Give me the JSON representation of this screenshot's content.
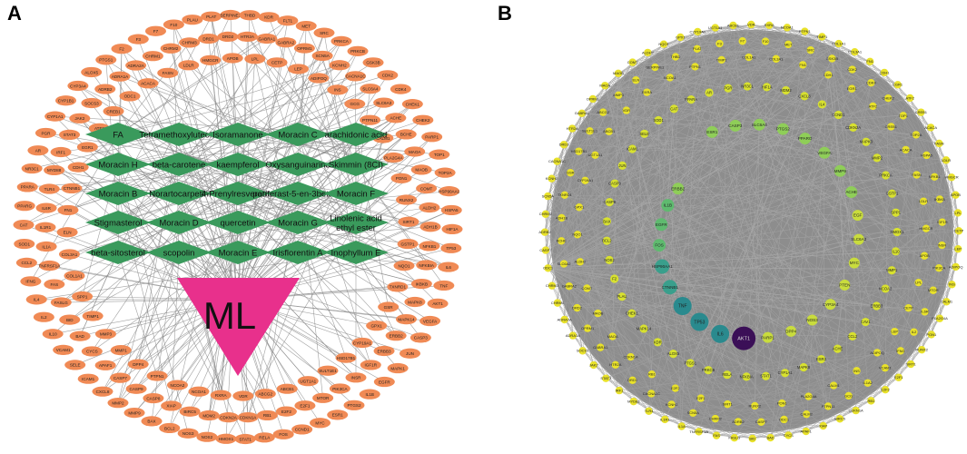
{
  "panels": [
    {
      "letter": "A",
      "colors": {
        "target": "#f08a55",
        "compound": "#3a9a5c",
        "hub": "#e8308c",
        "edge": "#8a8a8a"
      },
      "hub_label": "ML",
      "compounds": [
        [
          "FA",
          "Tetramethoxyluteolin",
          "Isoramanone",
          "Moracin C",
          "arachidonic acid"
        ],
        [
          "Moracin H",
          "beta-carotene",
          "kaempferol",
          "Oxysanguinarine",
          "Skimmin (8CI)"
        ],
        [
          "Moracin B",
          "Norartocarpetin",
          "4-Prenylresveratrol",
          "poriferast-5-en-3beta-ol",
          "Moracin F"
        ],
        [
          "Stigmasterol",
          "Moracin D",
          "quercetin",
          "Moracin G",
          "Linolenic acid ethyl ester"
        ],
        [
          "beta-sitosterol",
          "scopolin",
          "Moracin E",
          "Irisflorentin A",
          "Inophyllum E"
        ]
      ],
      "targets": [
        "TP53",
        "IL6",
        "TNF",
        "AKT1",
        "VEGFA",
        "CASP3",
        "JUN",
        "MAPK1",
        "EGFR",
        "IL1B",
        "PTGS2",
        "ESR1",
        "MYC",
        "CCND1",
        "FOS",
        "RELA",
        "STAT1",
        "HMOX1",
        "NOS2",
        "NOS3",
        "BCL2",
        "BAX",
        "MMP9",
        "MMP2",
        "CXCL8",
        "ICAM1",
        "SELE",
        "VCAM1",
        "IL10",
        "IL2",
        "IL4",
        "IFNG",
        "CCL2",
        "SOD1",
        "CAT",
        "PPARG",
        "PPARA",
        "NR3C1",
        "AR",
        "PGR",
        "CYP1A1",
        "CYP1B1",
        "CYP3A4",
        "ALOX5",
        "PTGS1",
        "F2",
        "F3",
        "F7",
        "F10",
        "PLAU",
        "PLAT",
        "SERPINE1",
        "THBD",
        "KDR",
        "FLT1",
        "MET",
        "SRC",
        "PRKCA",
        "PRKCB",
        "GSK3B",
        "CDK2",
        "CDK4",
        "CHEK1",
        "CHEK2",
        "PARP1",
        "TOP1",
        "TOP2A",
        "HSP90AA1",
        "HSPA5",
        "HIF1A",
        "NFKB1",
        "NFKBIA",
        "IKBKB",
        "MAPK8",
        "MAPK14",
        "ERBB2",
        "ERBB3",
        "IGF1R",
        "INSR",
        "PIK3CA",
        "MTOR",
        "E2F1",
        "E2F2",
        "RB1",
        "CDKN1A",
        "CDKN2A",
        "MDM2",
        "BIRC5",
        "XIAP",
        "CASP8",
        "CASP9",
        "CASP7",
        "APAF1",
        "CYCS",
        "BAD",
        "BID",
        "FASLG",
        "FAS",
        "TNFRSF1A",
        "IL1A",
        "IL1R1",
        "IL6R",
        "TLR4",
        "MYD88",
        "IRF1",
        "STAT3",
        "JAK2",
        "SOCS3",
        "ADRB2",
        "ADRA1A",
        "ADRA2A",
        "CHRM1",
        "CHRM2",
        "CHRM3",
        "DRD1",
        "DRD2",
        "HTR2A",
        "GABRA1",
        "GABRA2",
        "OPRM1",
        "SCN5A",
        "KCNH2",
        "CACNA1C",
        "SLC6A4",
        "SLC6A3",
        "ACHE",
        "BCHE",
        "MAOA",
        "MAOB",
        "COMT",
        "ALDH2",
        "ADH1B",
        "GSTP1",
        "NQO1",
        "TXNRD1",
        "GSR",
        "GPX1",
        "CYP19A1",
        "HSD17B1",
        "SULT1E1",
        "UGT1A1",
        "ABCB1",
        "ABCG2",
        "VDR",
        "RXRA",
        "NCOA1",
        "NCOA2",
        "PTPN1",
        "DPP4",
        "MMP1",
        "MMP3",
        "TIMP1",
        "SPP1",
        "COL1A1",
        "COL3A1",
        "ELN",
        "FN1",
        "CTNNB1",
        "CDH1",
        "EGR1",
        "ATF2",
        "CREB1",
        "ODC1",
        "ACACA",
        "FASN",
        "LDLR",
        "HMGCR",
        "APOB",
        "LPL",
        "CETP",
        "LEP",
        "ADIPOQ",
        "INS",
        "GCG",
        "PTPN11",
        "CALM1",
        "PLA2G4A",
        "PON1",
        "RUNX2",
        "SIRT1"
      ],
      "panel_b_note": null
    },
    {
      "letter": "B",
      "colors": {
        "outer_node": "#e9e22a",
        "ring_light": "#8fce58",
        "ring_mid": "#2f8f8c",
        "ring_dark": "#3b0f57",
        "edge": "#8a8a8a"
      },
      "inner_ring": [
        "ESR1",
        "CASP3",
        "SLC6A4",
        "PTGS2",
        "PPARG",
        "VEGFA",
        "MMP9",
        "ACHE",
        "EGF",
        "SLC6A3",
        "MYC",
        "PTEN",
        "CYP3A4",
        "NOS3",
        "DPP4",
        "PARP1",
        "AKT1",
        "IL6",
        "TP53",
        "TNF",
        "CTNNB1",
        "HSP90AA1",
        "FOS",
        "EGFR",
        "IL1B",
        "ERBB2"
      ],
      "ring2": [
        "CXCL8",
        "IL4",
        "CCND1",
        "CDKN2A",
        "MAPK3",
        "MMP2",
        "PRKCA",
        "GSTP1",
        "SPP1",
        "HMOX1",
        "IL10",
        "MMP1",
        "NCOA2",
        "ERBB3",
        "CAV1",
        "CCL2",
        "ACHE",
        "ESR2",
        "MAPK8",
        "CYP1A1",
        "STAT1",
        "NFKBIA",
        "RELA",
        "PRKCB",
        "PTGS1",
        "ALOX5",
        "KDR",
        "MAPK14",
        "CHEK1",
        "PLAU",
        "F2",
        "NOS2",
        "BCL2",
        "BAX",
        "CASP8",
        "CASP9",
        "JUN",
        "ICAM1",
        "SELE",
        "SOD1",
        "CAT",
        "PPARA",
        "AR",
        "PGR",
        "NR3C1",
        "HIF1A",
        "MDM2"
      ],
      "outer": [
        "ODC1",
        "CASP7",
        "ADRB2",
        "CHRM2",
        "SCN5A",
        "KCNH2",
        "CACNA1C",
        "DRD1",
        "HTR2A",
        "GABRA1",
        "OPRM1",
        "MAOA",
        "MAOB",
        "COMT",
        "ALDH2",
        "NQO1",
        "GPX1",
        "CYP19A1",
        "UGT1A1",
        "ABCB1",
        "VDR",
        "RXRA",
        "NCOA1",
        "PTPN1",
        "TIMP1",
        "COL1A1",
        "COL3A1",
        "FN1",
        "CDH1",
        "EGR1",
        "ATF2",
        "CREB1",
        "ACACA",
        "FASN",
        "LDLR",
        "HMGCR",
        "APOB",
        "LPL",
        "CETP",
        "LEP",
        "ADIPOQ",
        "INS",
        "CALM1",
        "PLA2G4A",
        "PON1",
        "RUNX2",
        "SIRT1",
        "E2F1",
        "E2F2",
        "RB1",
        "CDKN1A",
        "BIRC5",
        "XIAP",
        "APAF1",
        "CYCS",
        "BAD",
        "BID",
        "FASLG",
        "FAS",
        "TNFRSF1A",
        "IL1A",
        "IL1R1",
        "TLR4",
        "MYD88",
        "IRF1",
        "STAT3",
        "JAK2",
        "SOCS3",
        "ADRA1A",
        "ADRA2A",
        "CHRM1",
        "CHRM3",
        "DRD2",
        "GABRA2",
        "SLC6A2",
        "BCHE",
        "ADH1B",
        "TXNRD1",
        "GSR",
        "HSD17B1",
        "SULT1E1",
        "ABCG2",
        "MMP3",
        "ELN",
        "SERPINE1",
        "THBD",
        "PLAT",
        "F3",
        "F7",
        "F10",
        "MET",
        "SRC",
        "GSK3B",
        "CDK2",
        "CDK4",
        "CHEK2",
        "TOP1",
        "TOP2A",
        "HSPA5",
        "NFKB1",
        "IKBKB",
        "IGF1R",
        "INSR",
        "PIK3CA",
        "MTOR",
        "IL6R",
        "IL2",
        "IFNG",
        "VCAM1",
        "IL1A2",
        "GCG",
        "PTPN11",
        "CALM2"
      ]
    }
  ]
}
